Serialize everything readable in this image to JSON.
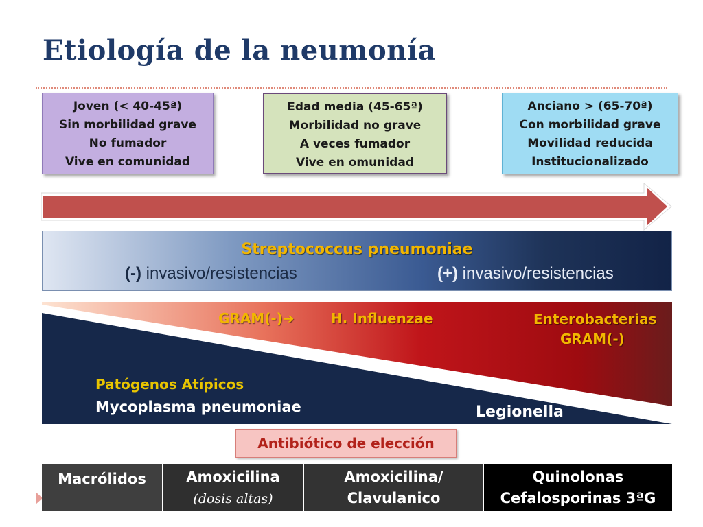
{
  "title": "Etiología de la neumonía",
  "age_groups": [
    {
      "lines": [
        "Joven (< 40-45ª)",
        "Sin morbilidad grave",
        "No fumador",
        "Vive en comunidad"
      ],
      "color": "#c3aee0"
    },
    {
      "lines": [
        "Edad  media (45-65ª)",
        "Morbilidad no grave",
        "A veces fumador",
        "Vive en omunidad"
      ],
      "color": "#d5e3bc"
    },
    {
      "lines": [
        "Anciano > (65-70ª)",
        "Con morbilidad grave",
        "Movilidad reducida",
        "Institucionalizado"
      ],
      "color": "#9fdcf3"
    }
  ],
  "strep": {
    "title": "Streptococcus pneumoniae",
    "neg_sign": "(-)",
    "neg_text": " invasivo/resistencias",
    "pos_sign": "(+)",
    "pos_text": " invasivo/resistencias"
  },
  "pathogens": {
    "gram_neg": "GRAM(-)",
    "gram_arrow": "➔",
    "h_influenzae": "H. Influenzae",
    "entero_1": "Enterobacterias",
    "entero_2": "GRAM(-)",
    "atypical_title": "Patógenos Atípicos",
    "mycoplasma": "Mycoplasma pneumoniae",
    "legionella": "Legionella"
  },
  "antibiotic_label": "Antibiótico de elección",
  "antibiotics": [
    {
      "line1": "Macrólidos",
      "line2": ""
    },
    {
      "line1": "Amoxicilina",
      "line2": "(dosis altas)"
    },
    {
      "line1": "Amoxicilina/",
      "line2": "Clavulanico"
    },
    {
      "line1": "Quinolonas",
      "line2": "Cefalosporinas 3ªG"
    }
  ],
  "colors": {
    "title": "#1f3a68",
    "arrow": "#c0504d",
    "accent_gold": "#f2b600",
    "antibiotic_label_text": "#b2221a"
  }
}
